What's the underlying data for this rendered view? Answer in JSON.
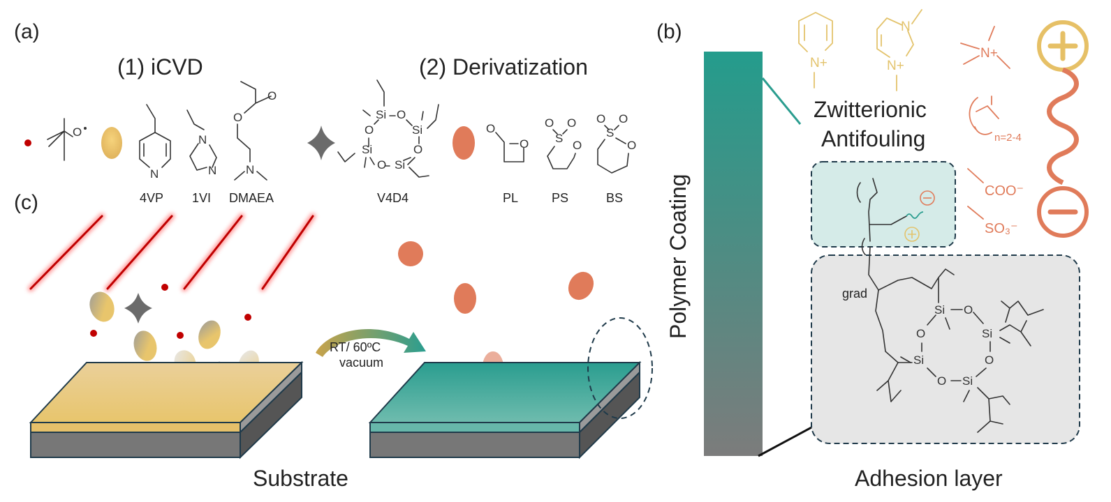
{
  "panels": {
    "a": "(a)",
    "b": "(b)",
    "c": "(c)"
  },
  "step1": "(1) iCVD",
  "step2": "(2) Derivatization",
  "monomers": {
    "vp": "4VP",
    "vi": "1VI",
    "dmaea": "DMAEA",
    "v4d4": "V4D4",
    "pl": "PL",
    "ps": "PS",
    "bs": "BS"
  },
  "atoms": {
    "N": "N",
    "O": "O",
    "Si": "Si",
    "S": "S",
    "Nplus": "N+"
  },
  "conditions": {
    "temp": "RT/ 60ºC",
    "vacuum": "vacuum"
  },
  "substrate": "Substrate",
  "polymer_coating": "Polymer Coating",
  "zwitterionic": "Zwitterionic",
  "antifouling": "Antifouling",
  "adhesion": "Adhesion layer",
  "grad": "grad",
  "n_range": "n=2-4",
  "coo": "COO⁻",
  "so3": "SO₃⁻",
  "colors": {
    "yellow": "#e8c56c",
    "orange": "#e07b5a",
    "teal": "#2a9d8f",
    "gray": "#777777",
    "red": "#c00000"
  }
}
